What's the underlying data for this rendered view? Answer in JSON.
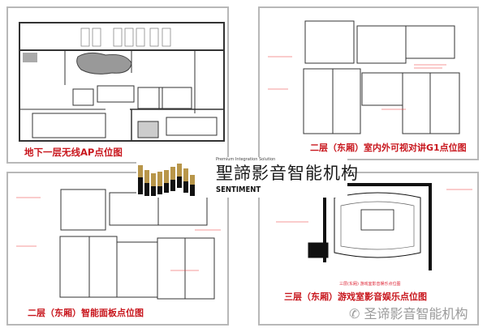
{
  "panels": [
    {
      "caption": "地下一层无线AP点位图"
    },
    {
      "caption": "二层（东厢）室内外可视对讲G1点位图"
    },
    {
      "caption": "二层（东厢）智能面板点位图"
    },
    {
      "caption": "三层（东厢）游戏室影音娱乐点位图",
      "sublabel": "三层(东厢) 游戏室影音娱乐点位图"
    }
  ],
  "logo": {
    "tagline": "Premium Integration Solution",
    "name_cn": "聖諦影音智能机构",
    "name_en": "SENTIMENT"
  },
  "watermark": {
    "text": "圣谛影音智能机构"
  },
  "colors": {
    "caption": "#c8161d",
    "gold": "#b8964a",
    "border": "#b8b8b8"
  }
}
